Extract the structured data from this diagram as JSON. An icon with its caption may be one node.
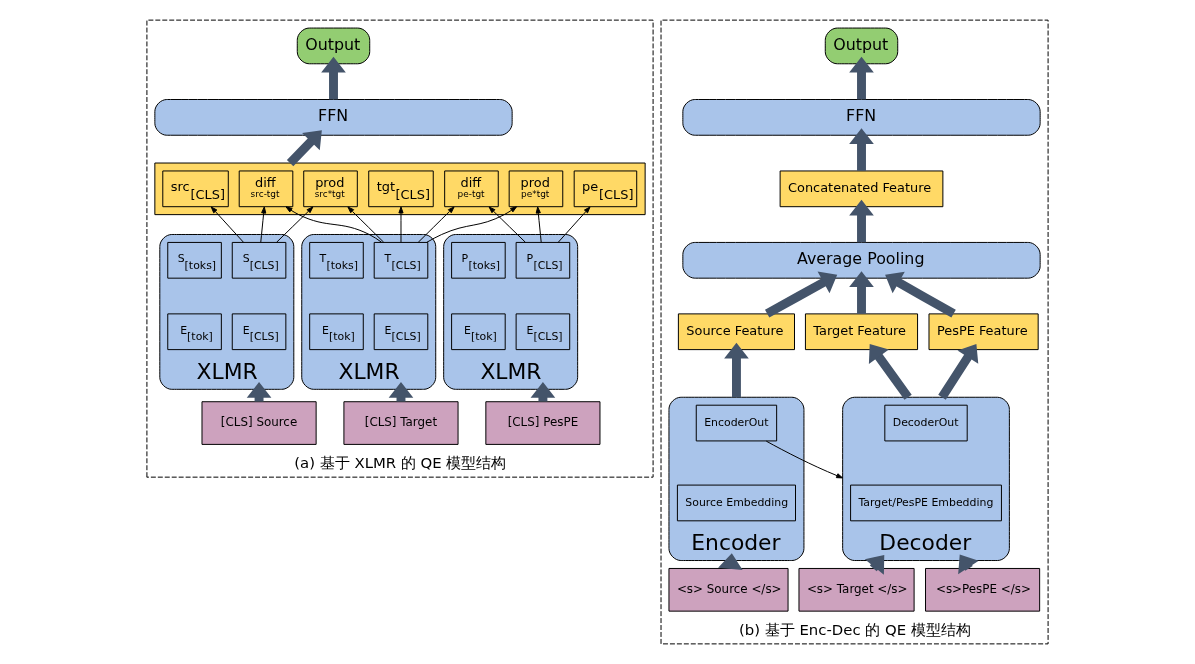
{
  "diagram": {
    "nodes": [
      {
        "text": [
          "(a) 基于 XLMR 的 QE 模型结构"
        ]
      },
      {
        "text": [
          "Output"
        ],
        "in": 0
      },
      {
        "text": [
          "FFN"
        ],
        "in": 0
      },
      {
        "text": [],
        "shape": "box",
        "in": 0
      },
      {
        "text": [
          "src$_{[CLS]}$"
        ],
        "in": 3
      },
      {
        "text": [
          "tgt$_{[CLS]}$"
        ],
        "in": 3
      },
      {
        "text": [
          "pe$_{[CLS]}$"
        ],
        "in": 3
      },
      {
        "text": [
          "diff",
          "src-tgt"
        ],
        "in": 3
      },
      {
        "text": [
          "diff",
          "pe-tgt"
        ],
        "in": 3
      },
      {
        "text": [
          "prod",
          "src*tgt"
        ],
        "in": 3
      },
      {
        "text": [
          "prod",
          "pe*tgt"
        ],
        "in": 3
      },
      {
        "text": [
          "XLMR"
        ],
        "in": 0
      },
      {
        "text": [
          "S$_{[CLS]}$"
        ],
        "in": 11
      },
      {
        "text": [
          "S$_{[toks]}$"
        ],
        "in": 11
      },
      {
        "text": [
          "E$_{[CLS]}$"
        ],
        "in": 11
      },
      {
        "text": [
          "E$_{[tok]}$"
        ],
        "in": 11
      },
      {
        "text": [
          "XLMR"
        ],
        "in": 0
      },
      {
        "text": [
          "T$_{[CLS]}$"
        ],
        "in": 16
      },
      {
        "text": [
          "T$_{[toks]}$"
        ],
        "in": 16
      },
      {
        "text": [
          "E$_{[CLS]}$"
        ],
        "in": 16
      },
      {
        "text": [
          "E$_{[tok]}$"
        ],
        "in": 16
      },
      {
        "text": [
          "XLMR"
        ],
        "in": 0
      },
      {
        "text": [
          "P$_{[CLS]}$"
        ],
        "in": 21
      },
      {
        "text": [
          "P$_{[toks]}$"
        ],
        "in": 21
      },
      {
        "text": [
          "E$_{[CLS]}$"
        ],
        "in": 21
      },
      {
        "text": [
          "E$_{[tok]}$"
        ],
        "in": 21
      },
      {
        "text": [
          "[CLS] Source"
        ],
        "in": 0
      },
      {
        "text": [
          "[CLS] Target"
        ],
        "in": 0
      },
      {
        "text": [
          "[CLS] PesPE"
        ],
        "in": 0
      },
      {
        "text": [
          "(b) 基于 Enc-Dec 的 QE 模型结构"
        ]
      },
      {
        "text": [
          "Output"
        ],
        "in": 29
      },
      {
        "text": [
          "FFN"
        ],
        "in": 29
      },
      {
        "text": [
          "Concatenated Feature"
        ],
        "in": 29
      },
      {
        "text": [
          "Average Pooling"
        ],
        "in": 29
      },
      {
        "text": [
          "Source Feature"
        ],
        "in": 29
      },
      {
        "text": [
          "Target Feature"
        ],
        "in": 29
      },
      {
        "text": [
          "PesPE Feature"
        ],
        "in": 29
      },
      {
        "text": [
          "Encoder"
        ],
        "in": 29
      },
      {
        "text": [
          "EncoderOut"
        ],
        "in": 37
      },
      {
        "text": [
          "Source Embedding"
        ],
        "in": 37
      },
      {
        "text": [
          "Decoder"
        ],
        "in": 29
      },
      {
        "text": [
          "DecoderOut"
        ],
        "in": 40
      },
      {
        "text": [
          "Target/PesPE Embedding"
        ],
        "in": 40
      },
      {
        "text": [
          "<s> Source </s>"
        ],
        "in": 29
      },
      {
        "text": [
          "<s> Target </s>"
        ],
        "in": 29
      },
      {
        "text": [
          "<s>PesPE </s>"
        ],
        "in": 29
      }
    ],
    "edges": [
      {
        "from": 2,
        "to": 1,
        "arrow": "to"
      },
      {
        "from": 3,
        "to": 2,
        "arrow": "to"
      },
      {
        "from": 12,
        "to": 4,
        "arrow": "to",
        "color": "#000000"
      },
      {
        "from": 12,
        "to": 7,
        "arrow": "to",
        "color": "#000000"
      },
      {
        "from": 12,
        "to": 9,
        "arrow": "to",
        "color": "#000000"
      },
      {
        "from": 17,
        "to": 5,
        "arrow": "to",
        "color": "#000000"
      },
      {
        "from": 17,
        "to": 7,
        "arrow": "to",
        "color": "#000000"
      },
      {
        "from": 17,
        "to": 8,
        "arrow": "to",
        "color": "#000000"
      },
      {
        "from": 17,
        "to": 9,
        "arrow": "to",
        "color": "#000000"
      },
      {
        "from": 17,
        "to": 10,
        "arrow": "to",
        "color": "#000000"
      },
      {
        "from": 22,
        "to": 6,
        "arrow": "to",
        "color": "#000000"
      },
      {
        "from": 22,
        "to": 8,
        "arrow": "to",
        "color": "#000000"
      },
      {
        "from": 22,
        "to": 10,
        "arrow": "to",
        "color": "#000000"
      },
      {
        "from": 26,
        "to": 11,
        "arrow": "to"
      },
      {
        "from": 27,
        "to": 16,
        "arrow": "to"
      },
      {
        "from": 28,
        "to": 21,
        "arrow": "to"
      },
      {
        "from": 31,
        "to": 30,
        "arrow": "to"
      },
      {
        "from": 32,
        "to": 31,
        "arrow": "to"
      },
      {
        "from": 33,
        "to": 32,
        "arrow": "to"
      },
      {
        "from": 34,
        "to": 33,
        "arrow": "to"
      },
      {
        "from": 35,
        "to": 33,
        "arrow": "to"
      },
      {
        "from": 36,
        "to": 33,
        "arrow": "to"
      },
      {
        "from": 37,
        "to": 34,
        "arrow": "to"
      },
      {
        "from": 40,
        "to": 35,
        "arrow": "to"
      },
      {
        "from": 40,
        "to": 36,
        "arrow": "to"
      },
      {
        "from": 38,
        "to": 40,
        "arrow": "to",
        "color": "#000000"
      },
      {
        "from": 43,
        "to": 37,
        "arrow": "to"
      },
      {
        "from": 44,
        "to": 40,
        "arrow": "to"
      },
      {
        "from": 45,
        "to": 40,
        "arrow": "to"
      }
    ]
  }
}
